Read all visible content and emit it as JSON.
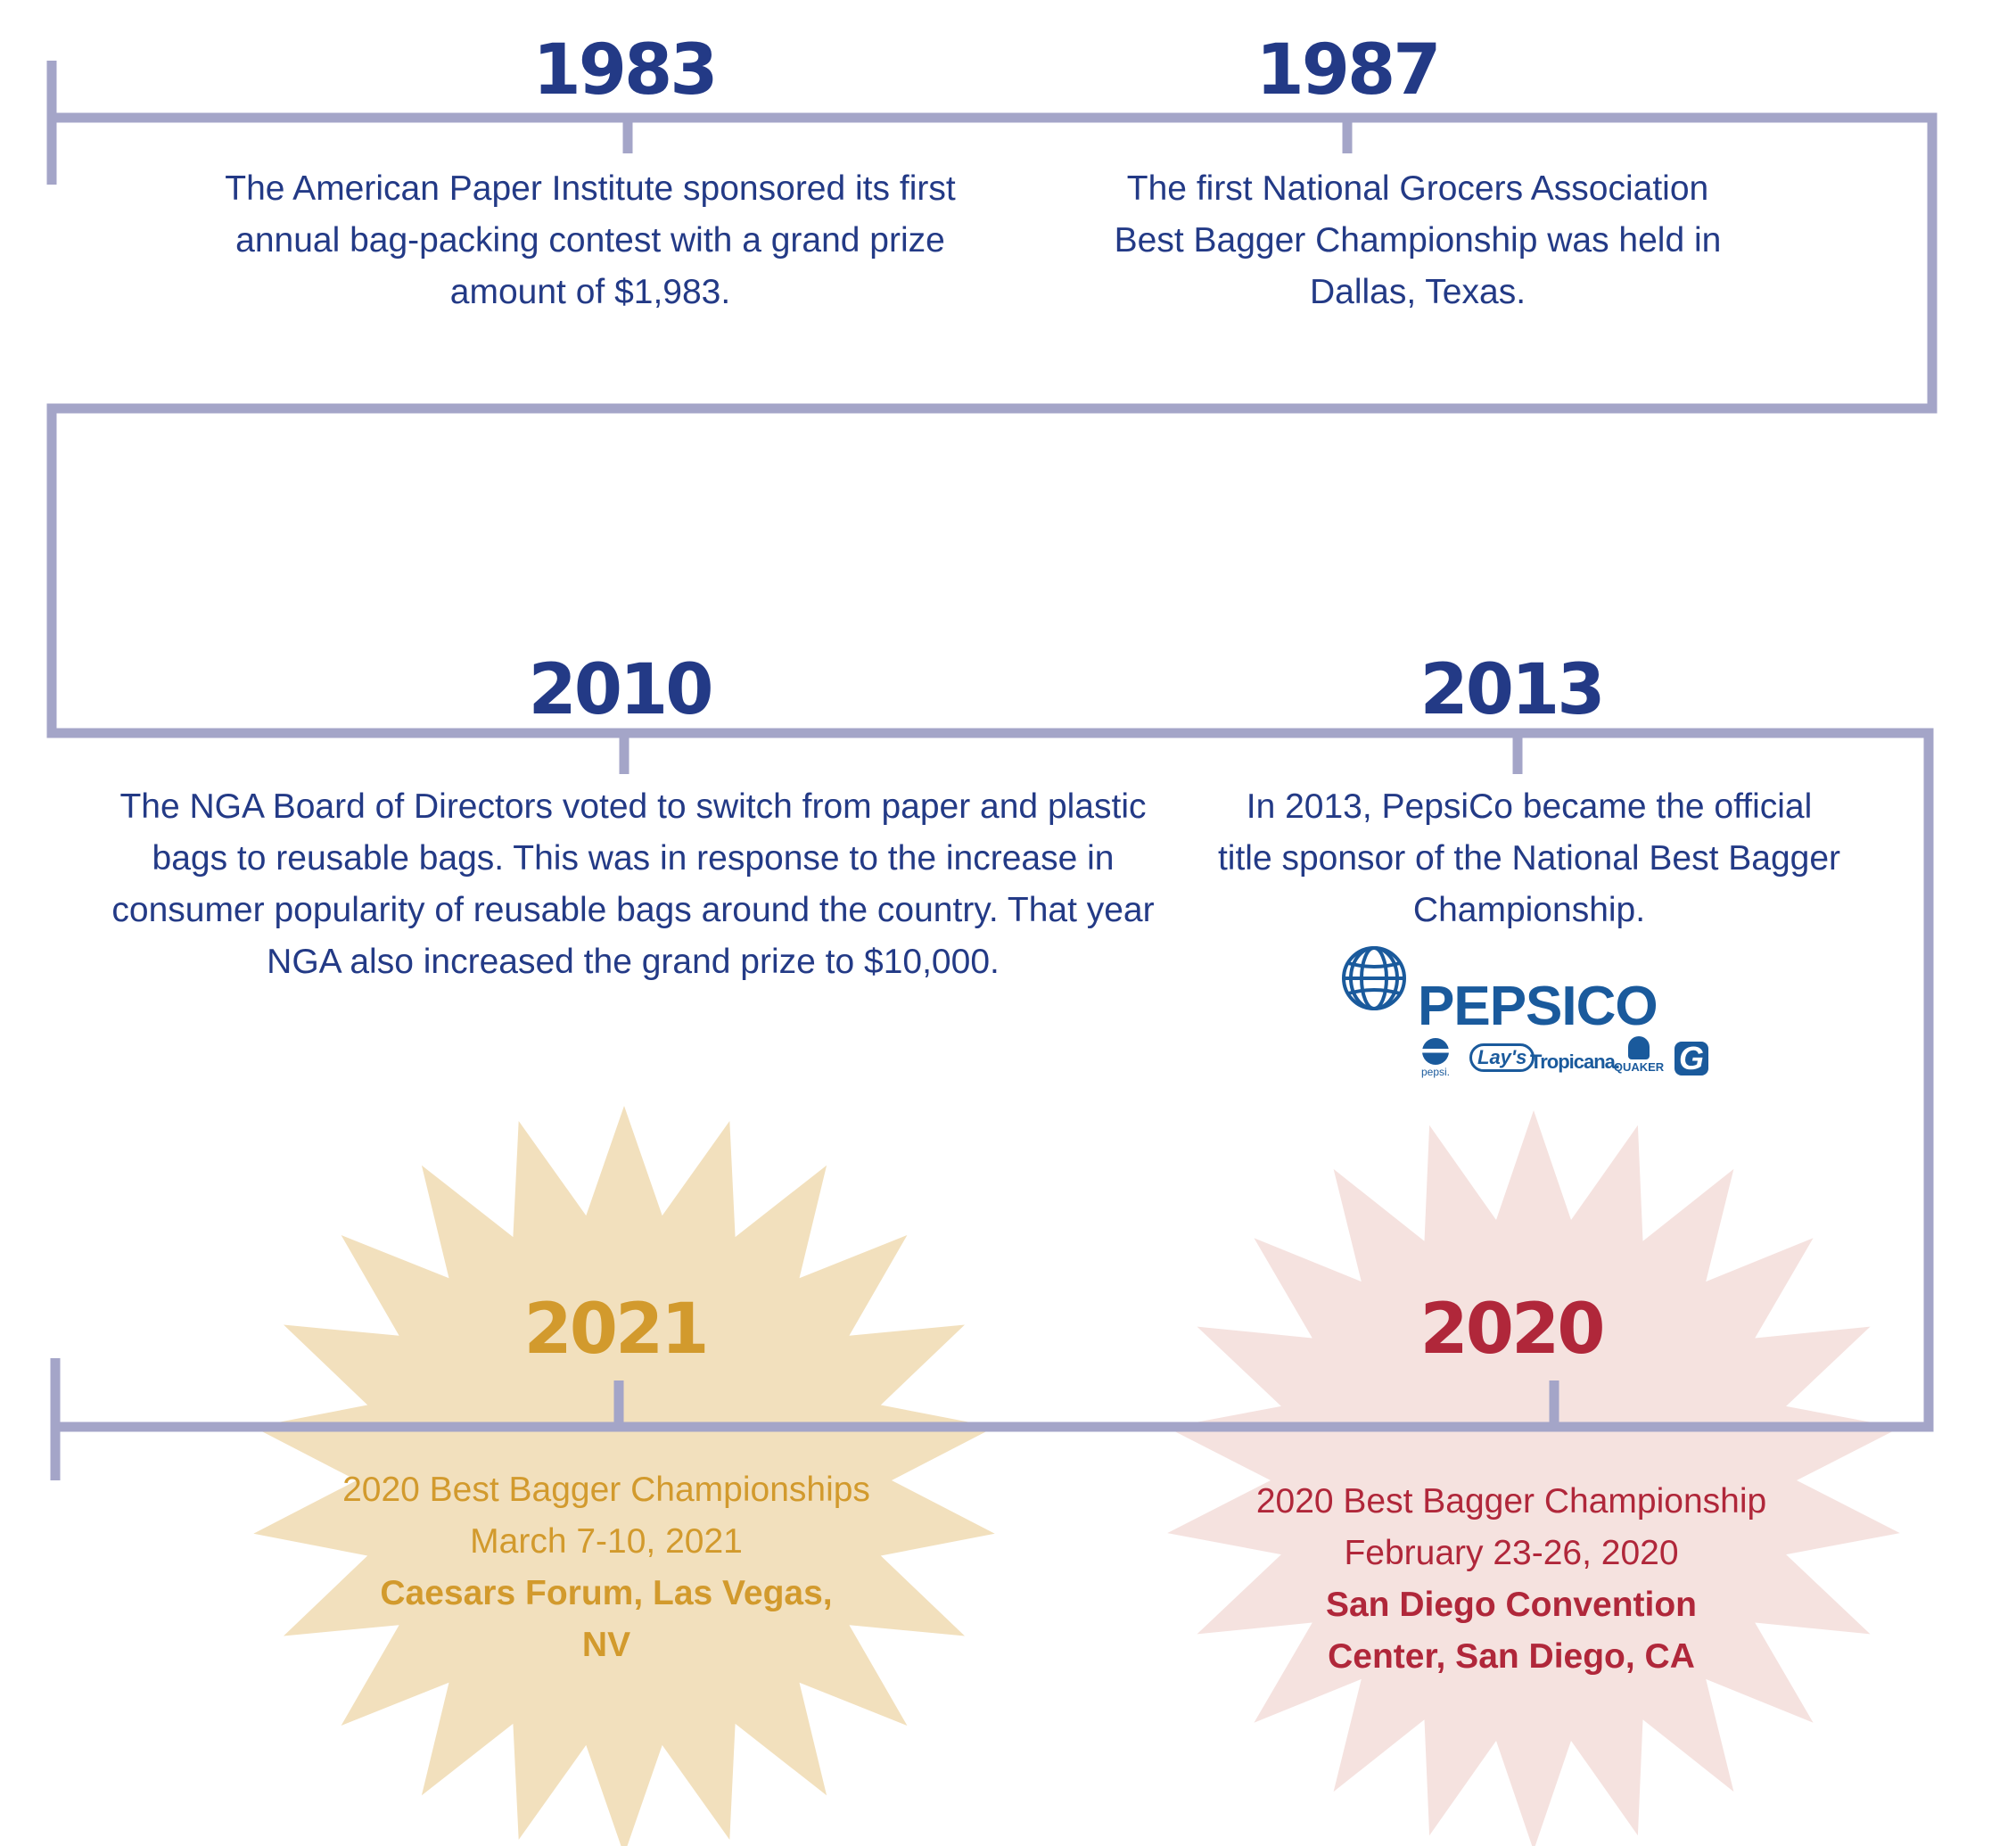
{
  "colors": {
    "line": "#a4a5c8",
    "blue_text": "#233a86",
    "gold_text": "#d29a2d",
    "gold_burst": "#f2e0bd",
    "red_text": "#b0273a",
    "red_burst": "#f5e2df",
    "logo_blue": "#1a5a9c"
  },
  "events": {
    "e1983": {
      "year": "1983",
      "lines": [
        "The American Paper Institute sponsored its first",
        "annual bag-packing contest with a grand prize",
        "amount of $1,983."
      ]
    },
    "e1987": {
      "year": "1987",
      "lines": [
        "The first National Grocers Association",
        "Best Bagger Championship was held in",
        "Dallas, Texas."
      ]
    },
    "e2010": {
      "year": "2010",
      "lines": [
        "The NGA Board of Directors voted to switch from paper and plastic",
        "bags to reusable bags. This was in response to the increase in",
        "consumer popularity of reusable bags around the country. That year",
        "NGA also increased the grand prize to $10,000."
      ]
    },
    "e2013": {
      "year": "2013",
      "lines": [
        "In 2013, PepsiCo became the official",
        "title sponsor of the National Best Bagger",
        "Championship."
      ]
    },
    "e2021": {
      "year": "2021",
      "title": "2020 Best Bagger Championships",
      "dates": "March 7-10, 2021",
      "venue_lines": [
        "Caesars Forum, Las Vegas,",
        "NV"
      ]
    },
    "e2020": {
      "year": "2020",
      "title": "2020 Best Bagger Championship",
      "dates": "February 23-26, 2020",
      "venue_lines": [
        "San Diego Convention",
        "Center, San Diego, CA"
      ]
    }
  },
  "logo": {
    "wordmark": "PEPSICO",
    "brands": [
      "pepsi.",
      "Lay's",
      "Tropicana.",
      "QUAKER",
      "G"
    ],
    "icon": "globe-icon"
  }
}
